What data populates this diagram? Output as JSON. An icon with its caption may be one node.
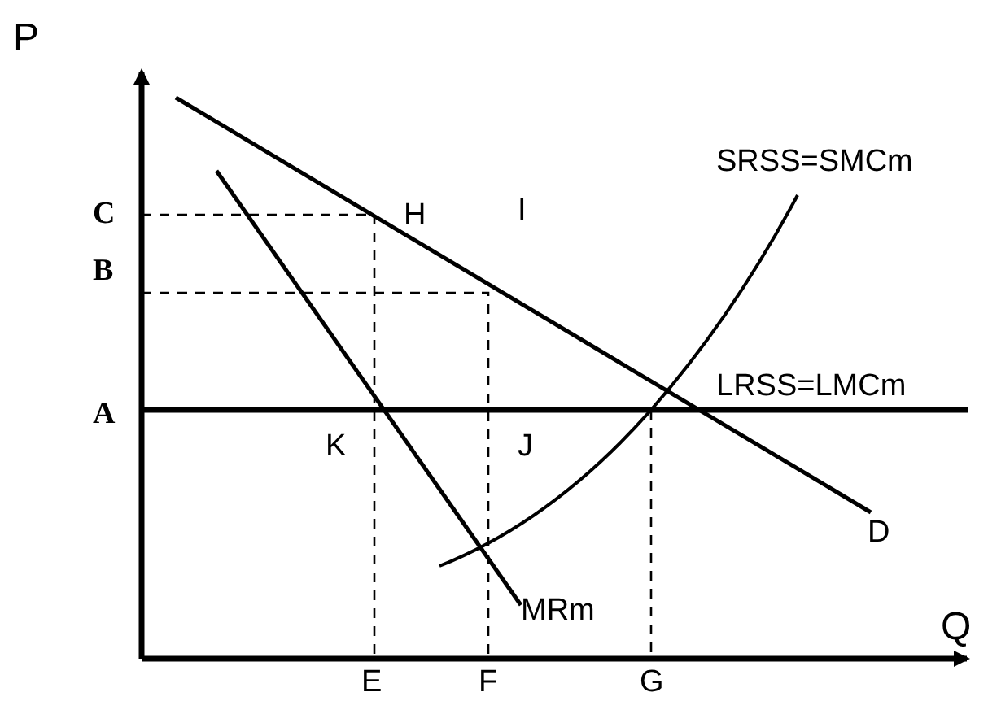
{
  "diagram": {
    "labels": [
      "P",
      "SRSS=SMCm",
      "C",
      "H",
      "I",
      "B",
      "A",
      "LRSS=LMCm",
      "K",
      "J",
      "D",
      "MRm",
      "E",
      "F",
      "G",
      "Q"
    ]
  }
}
